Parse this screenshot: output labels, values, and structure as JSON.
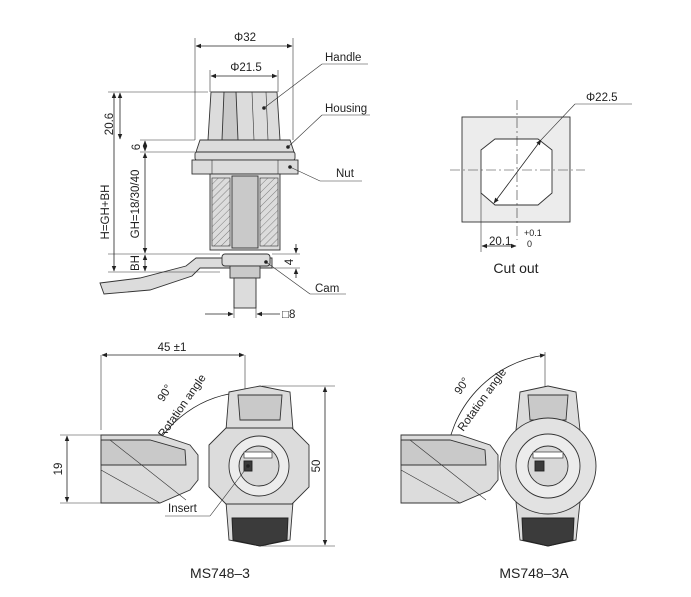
{
  "top_view": {
    "dim_outer_diameter": "Φ32",
    "dim_inner_diameter": "Φ21.5",
    "dim_height": "20.6",
    "dim_six": "6",
    "dim_total": "H=GH+BH",
    "dim_gh": "GH=18/30/40",
    "dim_bh": "BH",
    "dim_four": "4",
    "dim_square": "□8",
    "callouts": {
      "handle": "Handle",
      "housing": "Housing",
      "nut": "Nut",
      "cam": "Cam"
    }
  },
  "cutout": {
    "dim_diameter": "Φ22.5",
    "dim_width": "20.1",
    "tol_plus": "+0.1",
    "tol_minus": "0",
    "caption": "Cut out"
  },
  "model_a": {
    "dim_length": "45 ±1",
    "dim_angle": "90°",
    "rotation_label": "Rotation angle",
    "dim_left": "19",
    "dim_right": "50",
    "insert_label": "Insert",
    "caption": "MS748–3"
  },
  "model_b": {
    "dim_angle": "90°",
    "rotation_label": "Rotation angle",
    "caption": "MS748–3A"
  }
}
